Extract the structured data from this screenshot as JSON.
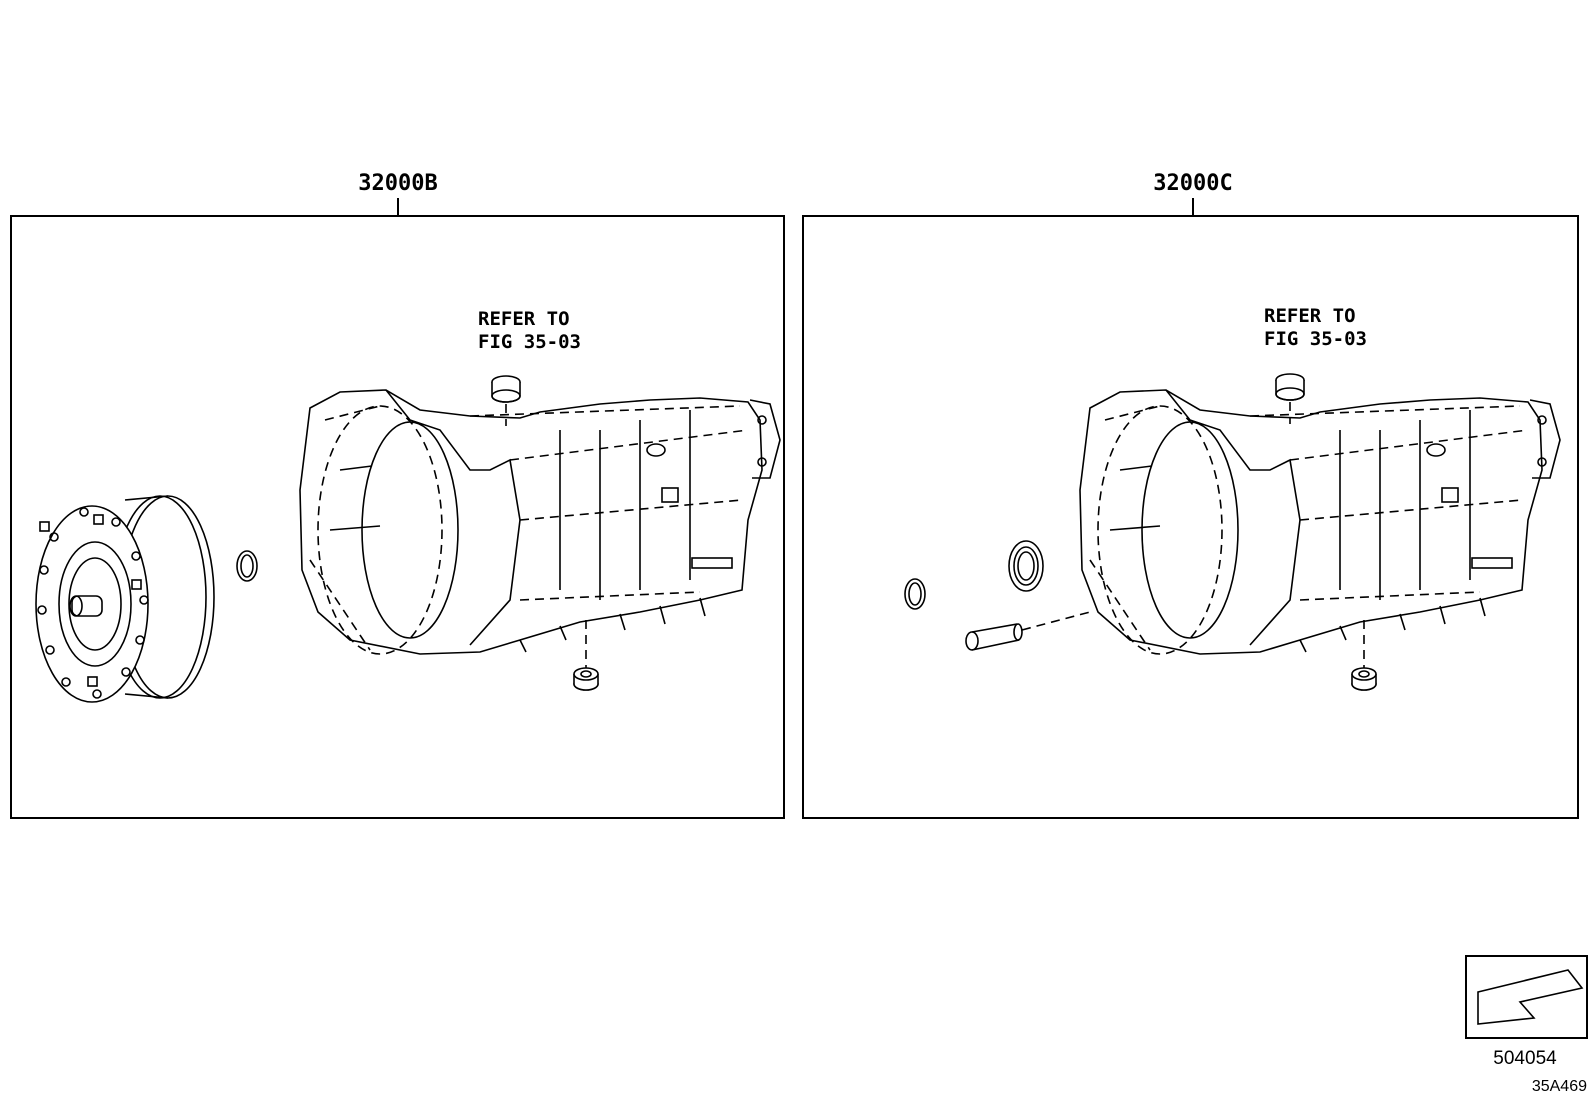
{
  "panels": [
    {
      "part_number": "32000B",
      "callout": {
        "line1": "REFER TO",
        "line2": "FIG 35-03"
      }
    },
    {
      "part_number": "32000C",
      "callout": {
        "line1": "REFER TO",
        "line2": "FIG 35-03"
      }
    }
  ],
  "icon": {
    "name": "direction-arrow-icon"
  },
  "footer": {
    "diagram_number": "504054",
    "figure_code": "35A469"
  }
}
